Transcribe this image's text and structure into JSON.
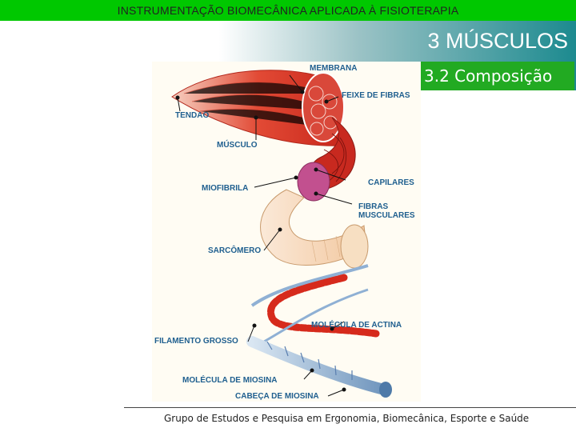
{
  "header": {
    "course_title": "INSTRUMENTAÇÃO BIOMECÂNICA APLICADA À FISIOTERAPIA",
    "title": "3 MÚSCULOS",
    "subtitle": "3.2 Composição"
  },
  "figure": {
    "labels": {
      "membrana": "MEMBRANA",
      "feixe": "FEIXE DE FIBRAS",
      "tendao": "TENDAO",
      "musculo": "MÚSCULO",
      "capilares": "CAPILARES",
      "miofibrila": "MIOFIBRILA",
      "fibras": "FIBRAS",
      "musculares": "MUSCULARES",
      "sarcomero": "SARCÔMERO",
      "actina": "MOLÉCULA DE ACTINA",
      "filamento": "FILAMENTO GROSSO",
      "miosina": "MOLÉCULA DE MIOSINA",
      "cabeca": "CABEÇA DE MIOSINA"
    }
  },
  "footer": {
    "text": "Grupo de Estudos e Pesquisa em Ergonomia, Biomecânica, Esporte e Saúde"
  },
  "colors": {
    "top_bar": "#00c800",
    "title_gradient_end": "#1c8a8f",
    "subtitle_bg": "#22aa22",
    "label_color": "#1f5f8f"
  }
}
